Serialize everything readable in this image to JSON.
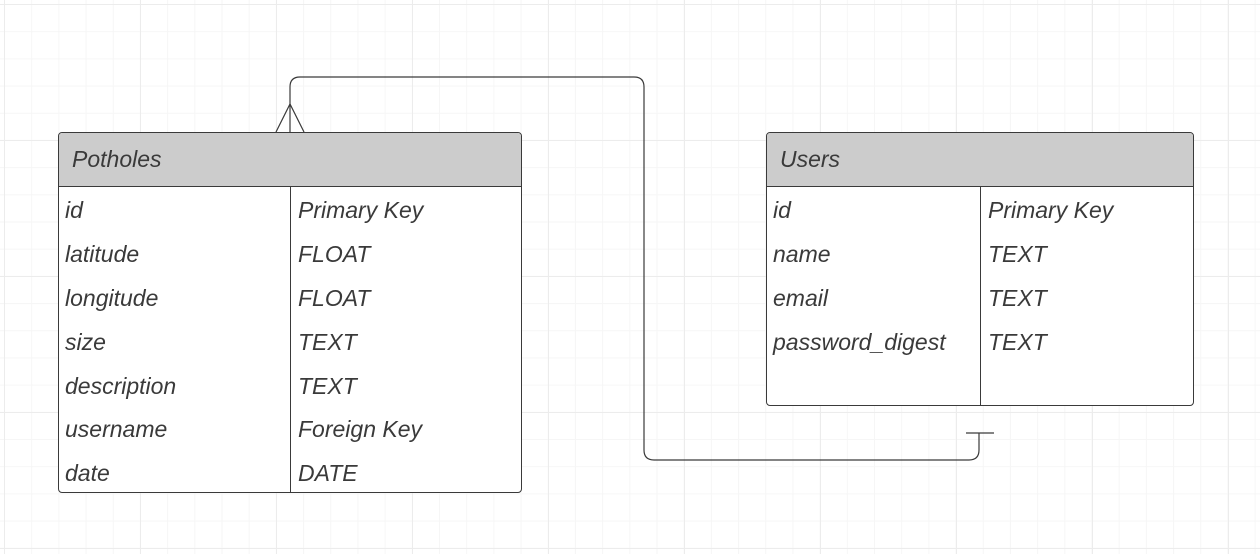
{
  "entities": {
    "potholes": {
      "name": "Potholes",
      "columns": [
        {
          "field": "id",
          "type": "Primary Key"
        },
        {
          "field": "latitude",
          "type": "FLOAT"
        },
        {
          "field": "longitude",
          "type": "FLOAT"
        },
        {
          "field": "size",
          "type": "TEXT"
        },
        {
          "field": "description",
          "type": "TEXT"
        },
        {
          "field": "username",
          "type": "Foreign Key"
        },
        {
          "field": "date",
          "type": "DATE"
        }
      ]
    },
    "users": {
      "name": "Users",
      "columns": [
        {
          "field": "id",
          "type": "Primary Key"
        },
        {
          "field": "name",
          "type": "TEXT"
        },
        {
          "field": "email",
          "type": "TEXT"
        },
        {
          "field": "password_digest",
          "type": "TEXT"
        }
      ]
    }
  },
  "relationships": [
    {
      "from": "users",
      "to": "potholes",
      "from_cardinality": "one",
      "to_cardinality": "many"
    }
  ],
  "colors": {
    "header_fill": "#cccccc",
    "stroke": "#3a3a3a",
    "text": "#3a3a3a",
    "grid": "#ececec"
  }
}
